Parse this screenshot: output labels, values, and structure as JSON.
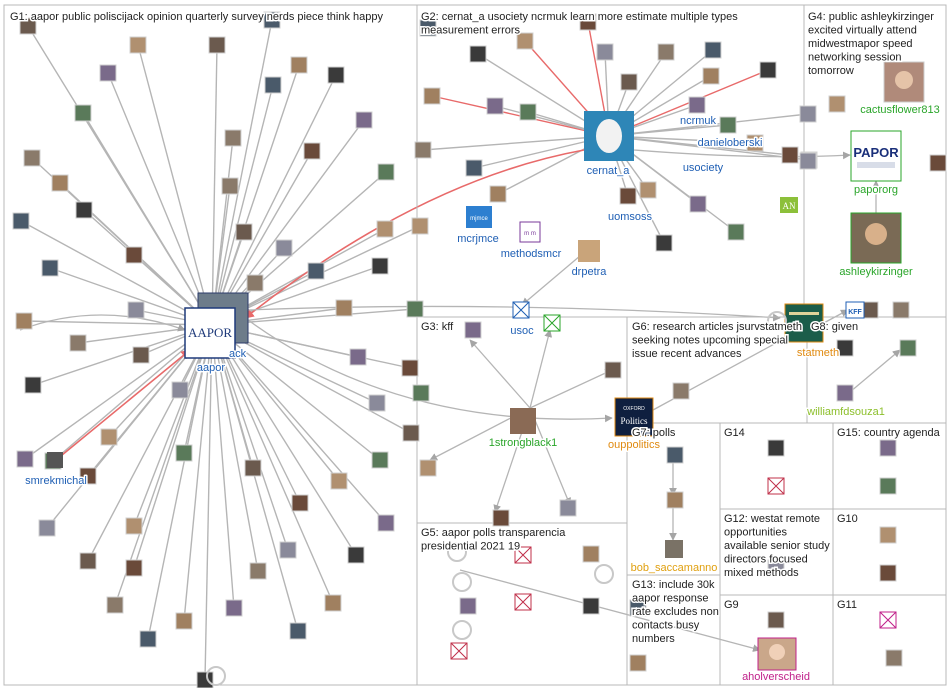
{
  "colors": {
    "background": "#ffffff",
    "box_border": "#b8b8b8",
    "edge_gray": "#b5b5b5",
    "edge_red": "#e86a6a",
    "label_blue": "#1f5fb4",
    "label_green": "#2aa52a",
    "label_orange": "#e08a10",
    "label_magenta": "#c0208a",
    "halo": "#ffffff"
  },
  "groups": [
    {
      "id": "G1",
      "text": "G1: aapor public poliscijack opinion quarterly survey nerds piece think happy"
    },
    {
      "id": "G2",
      "text": "G2: cernat_a usociety ncrmuk learn more estimate multiple types measurement errors"
    },
    {
      "id": "G3",
      "text": "G3: kff"
    },
    {
      "id": "G4",
      "text": "G4: public ashleykirzinger excited virtually attend midwestmapor speed networking session tomorrow"
    },
    {
      "id": "G5",
      "text": "G5: aapor polls transparencia presidential 2021 19"
    },
    {
      "id": "G6",
      "text": "G6: research articles jsurvstatmeth seeking notes upcoming special issue recent advances"
    },
    {
      "id": "G7",
      "text": "G7: polls"
    },
    {
      "id": "G8",
      "text": "G8: given"
    },
    {
      "id": "G9",
      "text": "G9"
    },
    {
      "id": "G10",
      "text": "G10"
    },
    {
      "id": "G11",
      "text": "G11"
    },
    {
      "id": "G12",
      "text": "G12: westat remote opportunities available senior study directors focused mixed methods"
    },
    {
      "id": "G13",
      "text": "G13: include 30k aapor response rate excludes non contacts busy numbers"
    },
    {
      "id": "G14",
      "text": "G14"
    },
    {
      "id": "G15",
      "text": "G15: country agenda"
    }
  ],
  "labels": {
    "aapor": "aapor",
    "aapor_partial": "ack",
    "smrekmichal": "smrekmichal",
    "cernat_a": "cernat_a",
    "ncrmuk": "ncrmuk",
    "danieloberski": "danieloberski",
    "usociety": "usociety",
    "uomsoss": "uomsoss",
    "mcrjmce": "mcrjmce",
    "methodsmcr": "methodsmcr",
    "drpetra": "drpetra",
    "usoc": "usoc",
    "cactusflower813": "cactusflower813",
    "papororg": "papororg",
    "ashleykirzinger": "ashleykirzinger",
    "strongblack1": "1strongblack1",
    "ouppolitics": "ouppolitics",
    "statmeth": "statmeth",
    "williamfdsouza1": "williamfdsouza1",
    "bob_saccamanno": "bob_saccamanno",
    "aholverscheid": "aholverscheid"
  },
  "logos": {
    "aapor": "AAPOR",
    "papor": "PAPOR",
    "oxford_small": "OXFORD",
    "oxford_big": "Politics",
    "kff": "KFF",
    "an": "AN",
    "mjmce": "mjmce",
    "m_m": "m m"
  }
}
